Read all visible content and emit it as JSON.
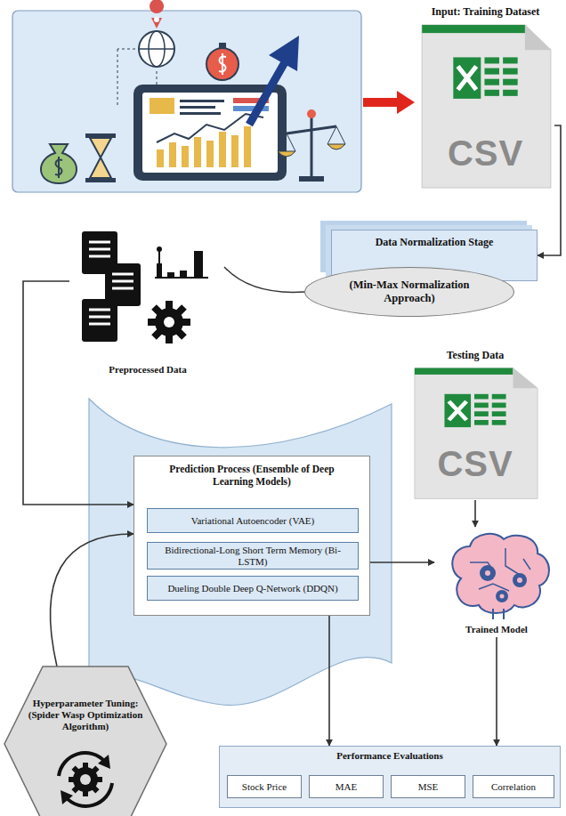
{
  "diagram": {
    "nodes": [
      {
        "text": [
          "Input: Training Dataset",
          "CSV"
        ]
      },
      {
        "text": [
          "Data Normalization Stage"
        ]
      },
      {
        "text": [
          "(Min-Max Normalization Approach)"
        ]
      },
      {
        "text": [
          "Preprocessed Data"
        ]
      },
      {
        "text": [
          "Testing Data",
          "CSV"
        ]
      },
      {
        "text": [
          "Prediction Process (Ensemble of Deep Learning Models)"
        ]
      },
      {
        "text": [
          "Variational Autoencoder (VAE)"
        ],
        "in": 5
      },
      {
        "text": [
          "Bidirectional-Long Short Term Memory (Bi-LSTM)"
        ],
        "in": 5
      },
      {
        "text": [
          "Dueling Double Deep Q-Network (DDQN)"
        ],
        "in": 5
      },
      {
        "text": [
          "Trained Model"
        ]
      },
      {
        "text": [
          "Hyperparameter Tuning: (Spider Wasp Optimization Algorithm)"
        ]
      },
      {
        "text": [
          "Performance Evaluations"
        ]
      },
      {
        "text": [
          "Stock Price"
        ],
        "in": 11
      },
      {
        "text": [
          "MAE"
        ],
        "in": 11
      },
      {
        "text": [
          "MSE"
        ],
        "in": 11
      },
      {
        "text": [
          "Correlation"
        ],
        "in": 11
      }
    ],
    "edges": [
      {
        "from": 0,
        "to": 1,
        "arrow": "to"
      },
      {
        "from": 2,
        "to": 3,
        "arrow": "none"
      },
      {
        "from": 3,
        "to": 5,
        "arrow": "to"
      },
      {
        "from": 4,
        "to": 9,
        "arrow": "to"
      },
      {
        "from": 5,
        "to": 9,
        "arrow": "to"
      },
      {
        "from": 9,
        "to": 11,
        "arrow": "to"
      },
      {
        "from": 5,
        "to": 11,
        "arrow": "to"
      },
      {
        "from": 10,
        "to": 5,
        "arrow": "to"
      }
    ]
  }
}
